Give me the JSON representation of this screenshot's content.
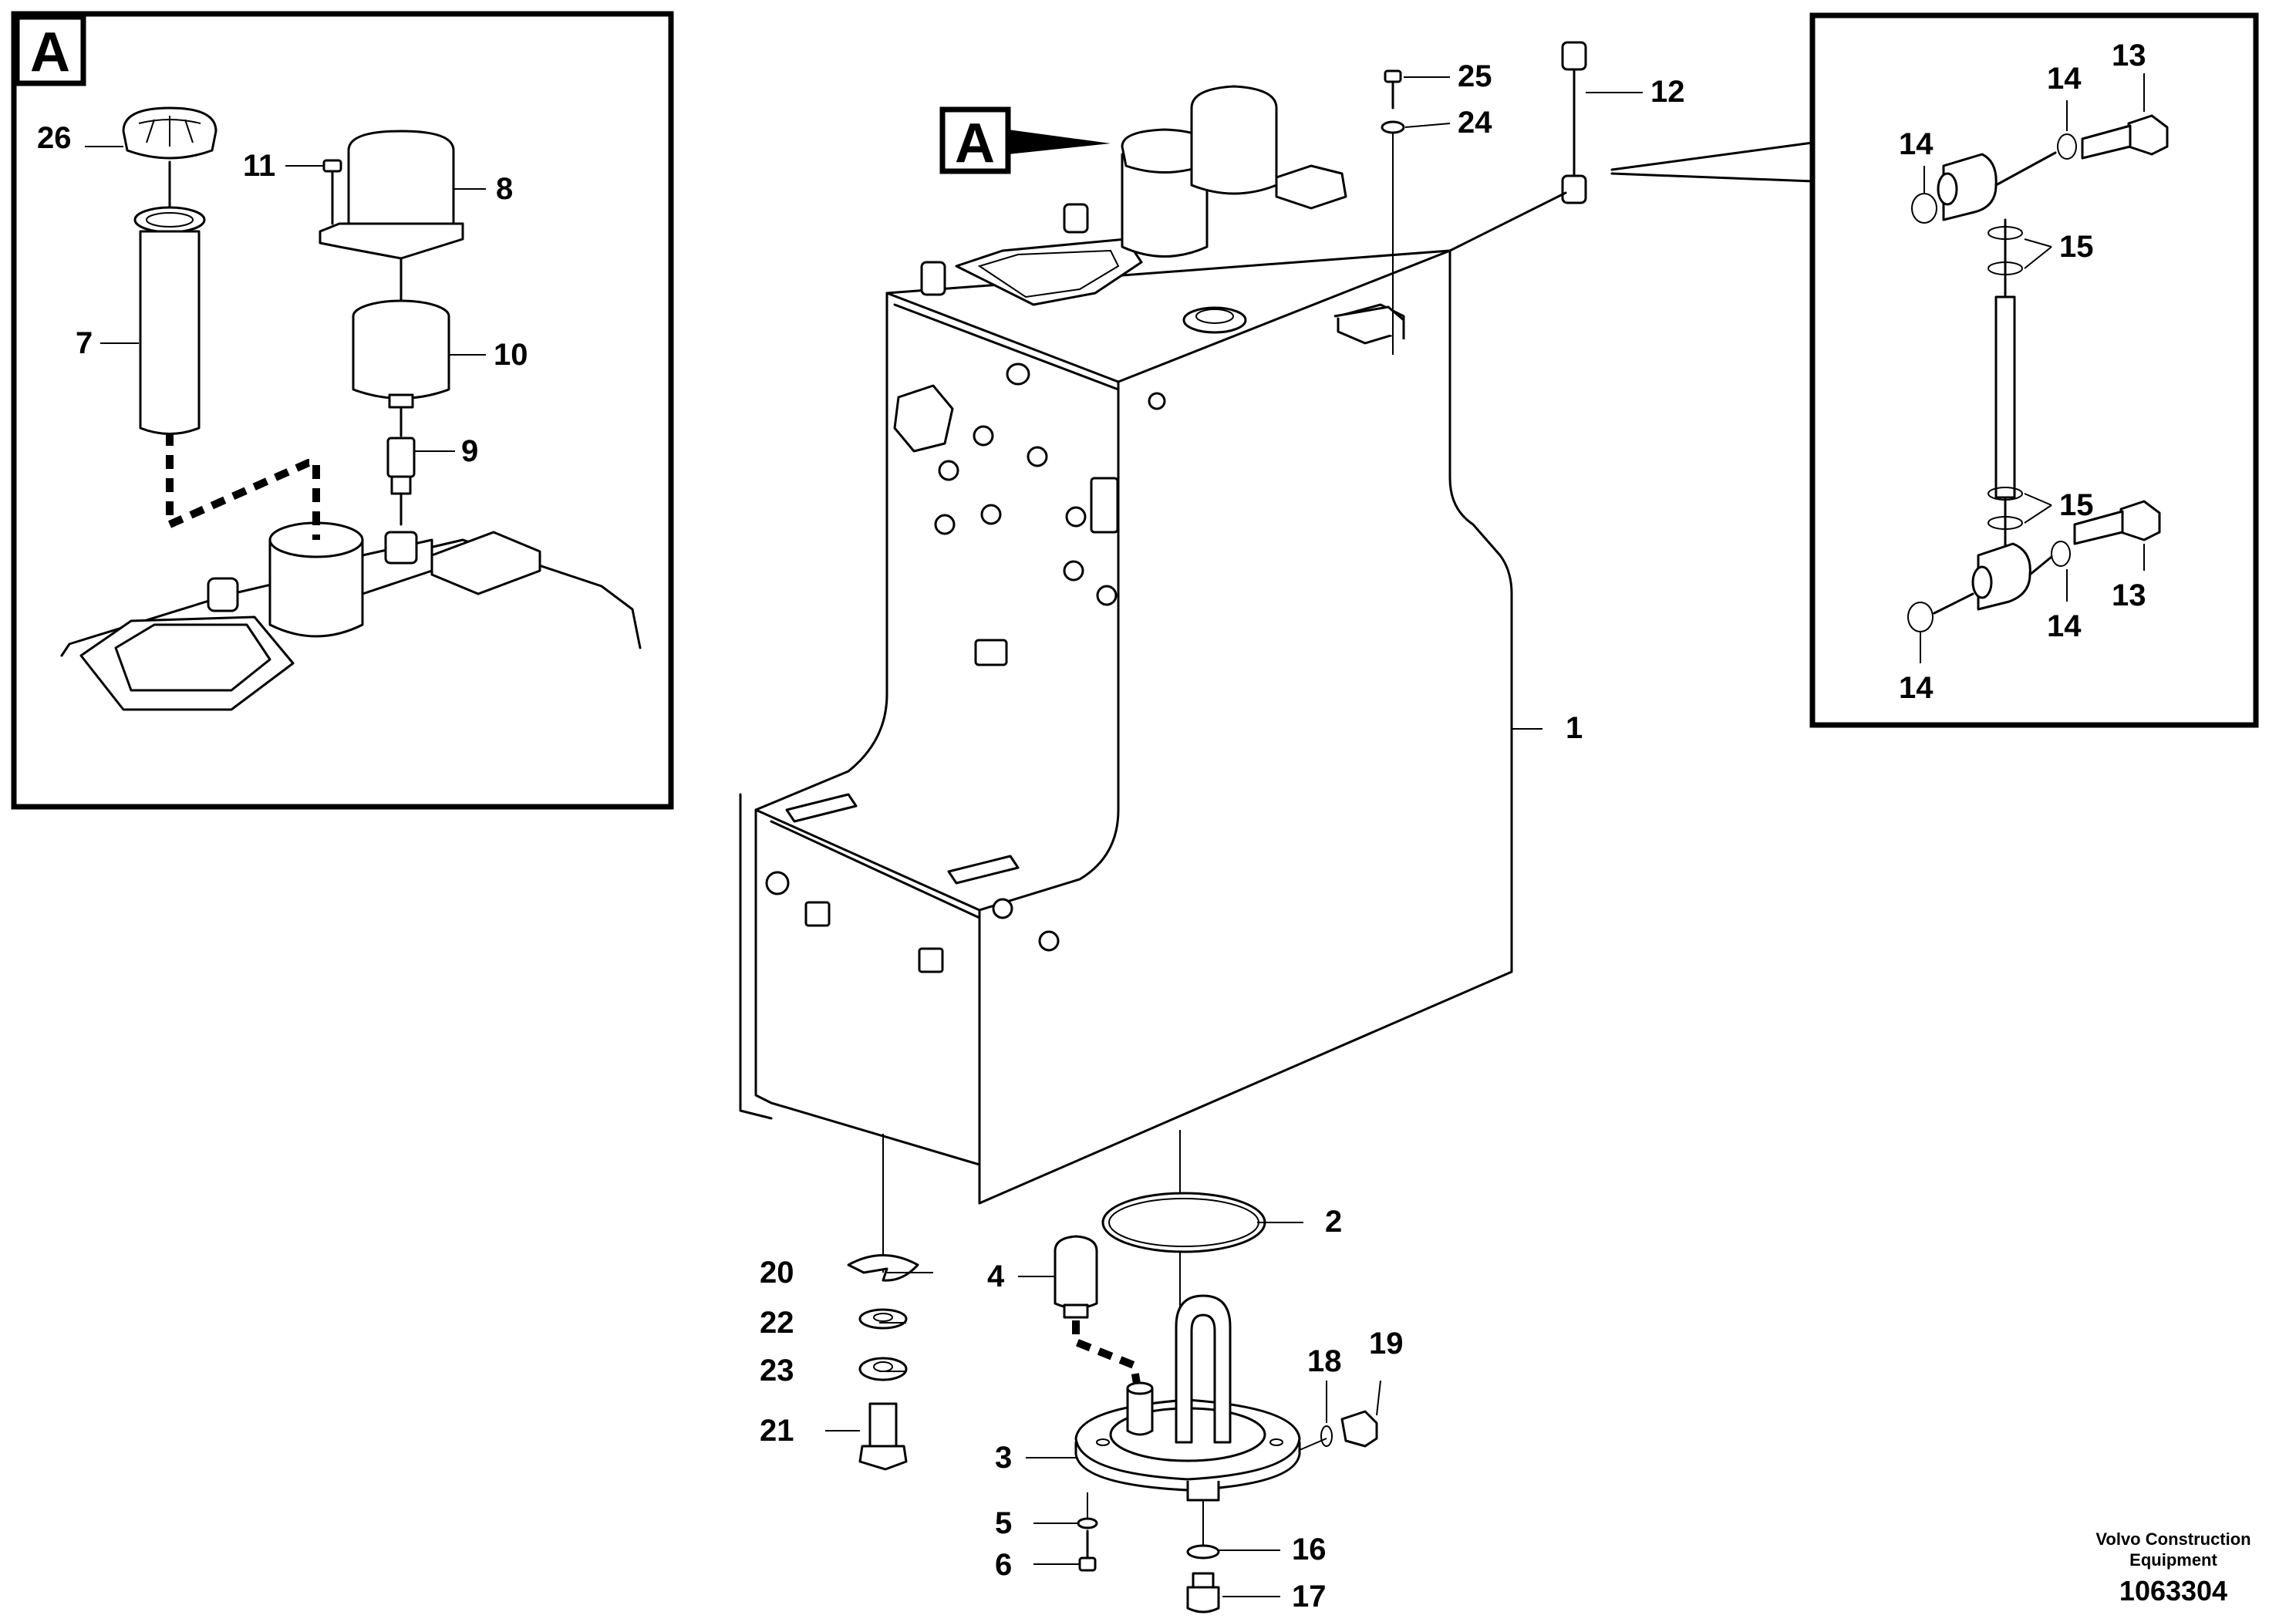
{
  "detail_marker": "A",
  "callouts": {
    "c1": "1",
    "c2": "2",
    "c3": "3",
    "c4": "4",
    "c5": "5",
    "c6": "6",
    "c7": "7",
    "c8": "8",
    "c9": "9",
    "c10": "10",
    "c11": "11",
    "c12": "12",
    "c13a": "13",
    "c13b": "13",
    "c14a": "14",
    "c14b": "14",
    "c14c": "14",
    "c14d": "14",
    "c15a": "15",
    "c15b": "15",
    "c16": "16",
    "c17": "17",
    "c18": "18",
    "c19": "19",
    "c20": "20",
    "c21": "21",
    "c22": "22",
    "c23": "23",
    "c24": "24",
    "c25": "25",
    "c26": "26"
  },
  "footer": {
    "company_line1": "Volvo Construction",
    "company_line2": "Equipment",
    "drawing_number": "1063304"
  }
}
